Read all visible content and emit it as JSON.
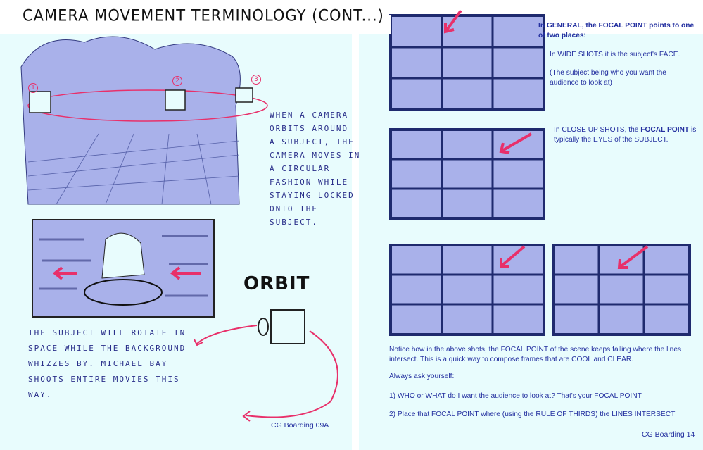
{
  "left_page": {
    "title": "CAMERA MOVEMENT TERMINOLOGY (CONT...)",
    "camera_numbers": [
      "1",
      "2",
      "3"
    ],
    "orbit_description": [
      "WHEN A CAMERA",
      "ORBITS AROUND",
      "A SUBJECT, THE",
      "CAMERA MOVES IN",
      "A CIRCULAR",
      "FASHION WHILE",
      "STAYING LOCKED",
      "ONTO THE",
      "SUBJECT."
    ],
    "orbit_heading": "ORBIT",
    "subject_note": [
      "THE SUBJECT WILL ROTATE IN",
      "SPACE WHILE THE BACKGROUND",
      "WHIZZES BY. MICHAEL BAY",
      "SHOOTS ENTIRE MOVIES THIS",
      "WAY."
    ],
    "page_label": "CG Boarding 09A"
  },
  "right_page": {
    "intro_a": "In GENERAL, the ",
    "intro_b": "FOCAL POINT",
    "intro_c": " points to one of two places:",
    "wide_shots": "In WIDE SHOTS it is the subject's FACE.",
    "subject_note": "(The subject being who you want the audience to look at)",
    "closeup_a": "In CLOSE UP SHOTS, the ",
    "closeup_b": "FOCAL POINT",
    "closeup_c": " is typically the EYES of the SUBJECT.",
    "notice": "Notice how in the above shots, the FOCAL POINT of the scene keeps falling where the lines intersect.  This is a quick way to compose frames that are COOL and CLEAR.",
    "ask": "Always ask yourself:",
    "q1": "1) WHO or WHAT do I want the audience to look at?  That's your FOCAL POINT",
    "q2": "2) Place that FOCAL POINT where (using the RULE OF THIRDS) the LINES INTERSECT",
    "page_label": "CG Boarding 14"
  },
  "colors": {
    "page": "#e8fcfd",
    "sketch_fill": "#a9b1ea",
    "grid": "#1f2a6e",
    "arrow": "#e8306a",
    "text": "#2430a0"
  }
}
